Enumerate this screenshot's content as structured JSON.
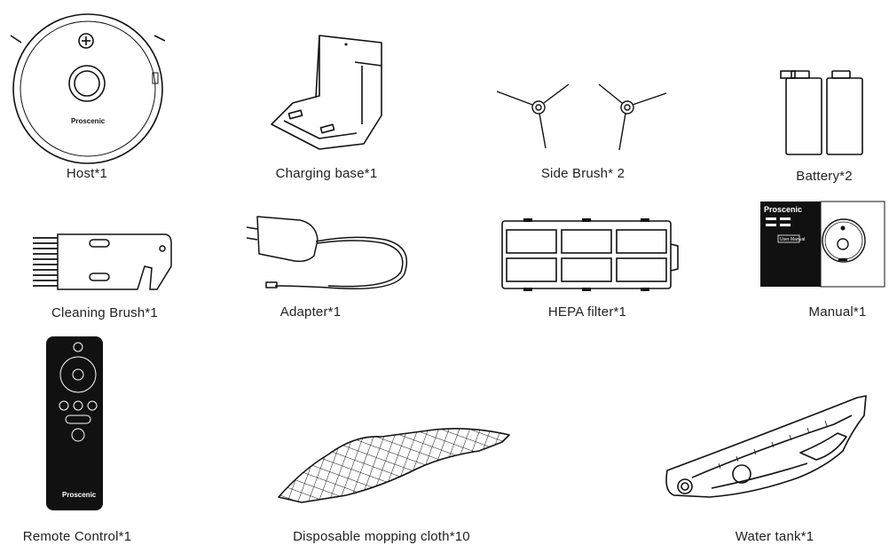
{
  "brand": "Proscenic",
  "manual_cover": {
    "title": "User Manual"
  },
  "items": [
    {
      "label": "Host*1"
    },
    {
      "label": "Charging base*1"
    },
    {
      "label": "Side Brush* 2"
    },
    {
      "label": "Battery*2"
    },
    {
      "label": "Cleaning Brush*1"
    },
    {
      "label": "Adapter*1"
    },
    {
      "label": "HEPA filter*1"
    },
    {
      "label": "Manual*1"
    },
    {
      "label": "Remote Control*1"
    },
    {
      "label": "Disposable mopping cloth*10"
    },
    {
      "label": "Water tank*1"
    }
  ]
}
